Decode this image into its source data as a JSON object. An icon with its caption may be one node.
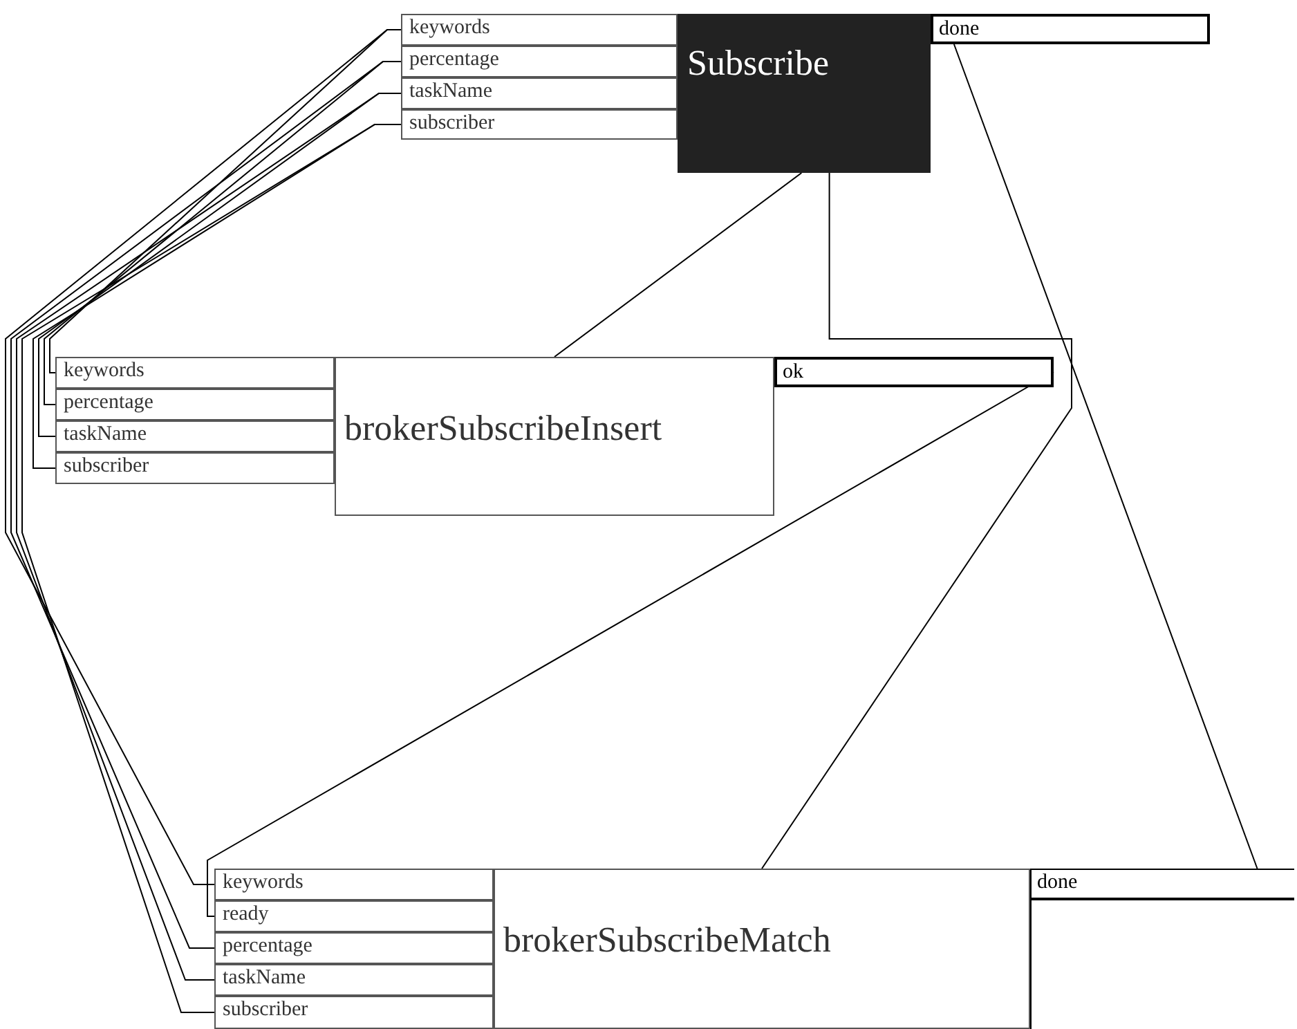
{
  "diagram": {
    "nodes": [
      {
        "text": [
          "keywords"
        ]
      },
      {
        "text": [
          "percentage"
        ]
      },
      {
        "text": [
          "taskName"
        ]
      },
      {
        "text": [
          "subscriber"
        ]
      },
      {
        "text": [
          "Subscribe"
        ]
      },
      {
        "text": [
          "done"
        ]
      },
      {
        "text": [
          "keywords"
        ]
      },
      {
        "text": [
          "percentage"
        ]
      },
      {
        "text": [
          "taskName"
        ]
      },
      {
        "text": [
          "subscriber"
        ]
      },
      {
        "text": [
          "brokerSubscribeInsert"
        ]
      },
      {
        "text": [
          "ok"
        ]
      },
      {
        "text": [
          "keywords"
        ]
      },
      {
        "text": [
          "ready"
        ]
      },
      {
        "text": [
          "percentage"
        ]
      },
      {
        "text": [
          "taskName"
        ]
      },
      {
        "text": [
          "subscriber"
        ]
      },
      {
        "text": [
          "brokerSubscribeMatch"
        ]
      },
      {
        "text": [
          "done"
        ]
      }
    ],
    "edges": [
      {
        "from": 0,
        "to": 6,
        "arrow": "none"
      },
      {
        "from": 1,
        "to": 7,
        "arrow": "none"
      },
      {
        "from": 2,
        "to": 8,
        "arrow": "none"
      },
      {
        "from": 3,
        "to": 9,
        "arrow": "none"
      },
      {
        "from": 0,
        "to": 12,
        "arrow": "none"
      },
      {
        "from": 1,
        "to": 14,
        "arrow": "none"
      },
      {
        "from": 2,
        "to": 15,
        "arrow": "none"
      },
      {
        "from": 3,
        "to": 16,
        "arrow": "none"
      },
      {
        "from": 4,
        "to": 10,
        "arrow": "none"
      },
      {
        "from": 4,
        "to": 17,
        "arrow": "none"
      },
      {
        "from": 5,
        "to": 18,
        "arrow": "none"
      },
      {
        "from": 11,
        "to": 13,
        "arrow": "none"
      }
    ]
  }
}
